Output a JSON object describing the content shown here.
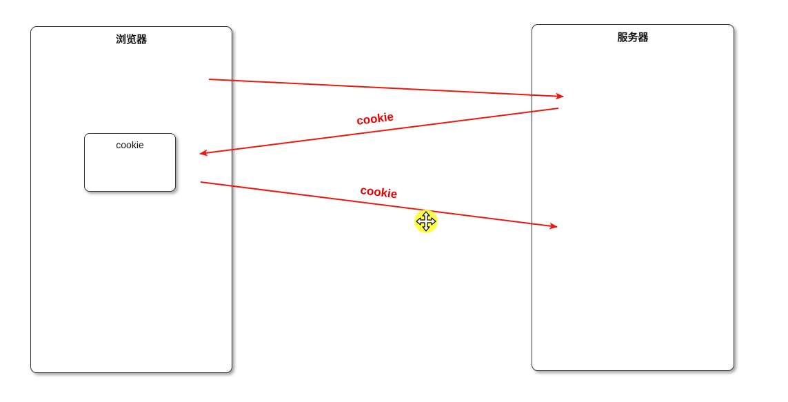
{
  "browser": {
    "title": "浏览器"
  },
  "server": {
    "title": "服务器"
  },
  "cookie_store": {
    "label": "cookie"
  },
  "arrows": [
    {
      "from": "browser",
      "to": "server",
      "label": ""
    },
    {
      "from": "server",
      "to": "browser",
      "label": "cookie"
    },
    {
      "from": "browser",
      "to": "server",
      "label": "cookie"
    }
  ],
  "colors": {
    "arrow": "#e8180e",
    "label": "#e60000",
    "box_border": "#333333",
    "cursor_highlight": "#ffff33"
  },
  "icons": {
    "cursor": "move-cursor-icon"
  }
}
